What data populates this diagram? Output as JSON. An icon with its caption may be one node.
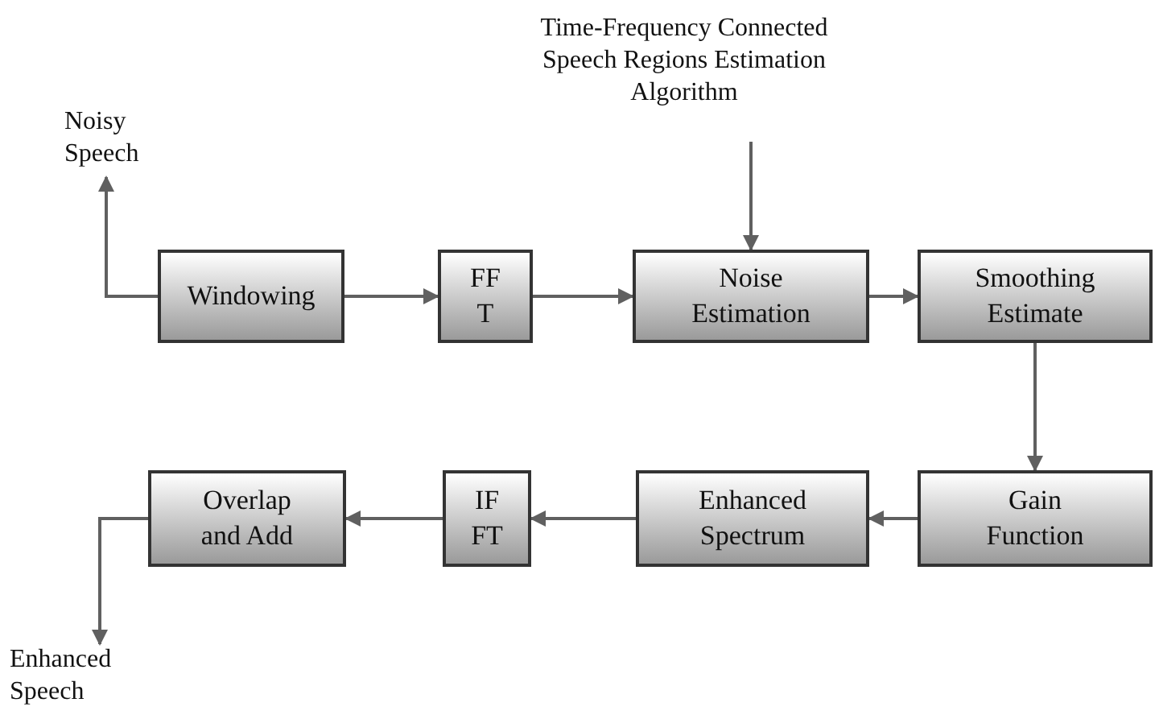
{
  "diagram": {
    "nodes": [
      {
        "text": [
          "Noisy Speech"
        ]
      },
      {
        "text": [
          "Windowing"
        ]
      },
      {
        "text": [
          "FF T"
        ]
      },
      {
        "text": [
          "Time-Frequency Connected Speech Regions Estimation Algorithm"
        ]
      },
      {
        "text": [
          "Noise Estimation"
        ]
      },
      {
        "text": [
          "Smoothing Estimate"
        ]
      },
      {
        "text": [
          "Gain Function"
        ]
      },
      {
        "text": [
          "Enhanced Spectrum"
        ]
      },
      {
        "text": [
          "IF FT"
        ]
      },
      {
        "text": [
          "Overlap and Add"
        ]
      },
      {
        "text": [
          "Enhanced Speech"
        ]
      }
    ],
    "edges": [
      {
        "from": 1,
        "to": 0,
        "arrow": "to"
      },
      {
        "from": 1,
        "to": 2,
        "arrow": "to"
      },
      {
        "from": 2,
        "to": 4,
        "arrow": "to"
      },
      {
        "from": 3,
        "to": 4,
        "arrow": "to"
      },
      {
        "from": 4,
        "to": 5,
        "arrow": "to"
      },
      {
        "from": 5,
        "to": 6,
        "arrow": "to"
      },
      {
        "from": 6,
        "to": 7,
        "arrow": "to"
      },
      {
        "from": 7,
        "to": 8,
        "arrow": "to"
      },
      {
        "from": 8,
        "to": 9,
        "arrow": "to"
      },
      {
        "from": 9,
        "to": 10,
        "arrow": "to"
      }
    ]
  }
}
